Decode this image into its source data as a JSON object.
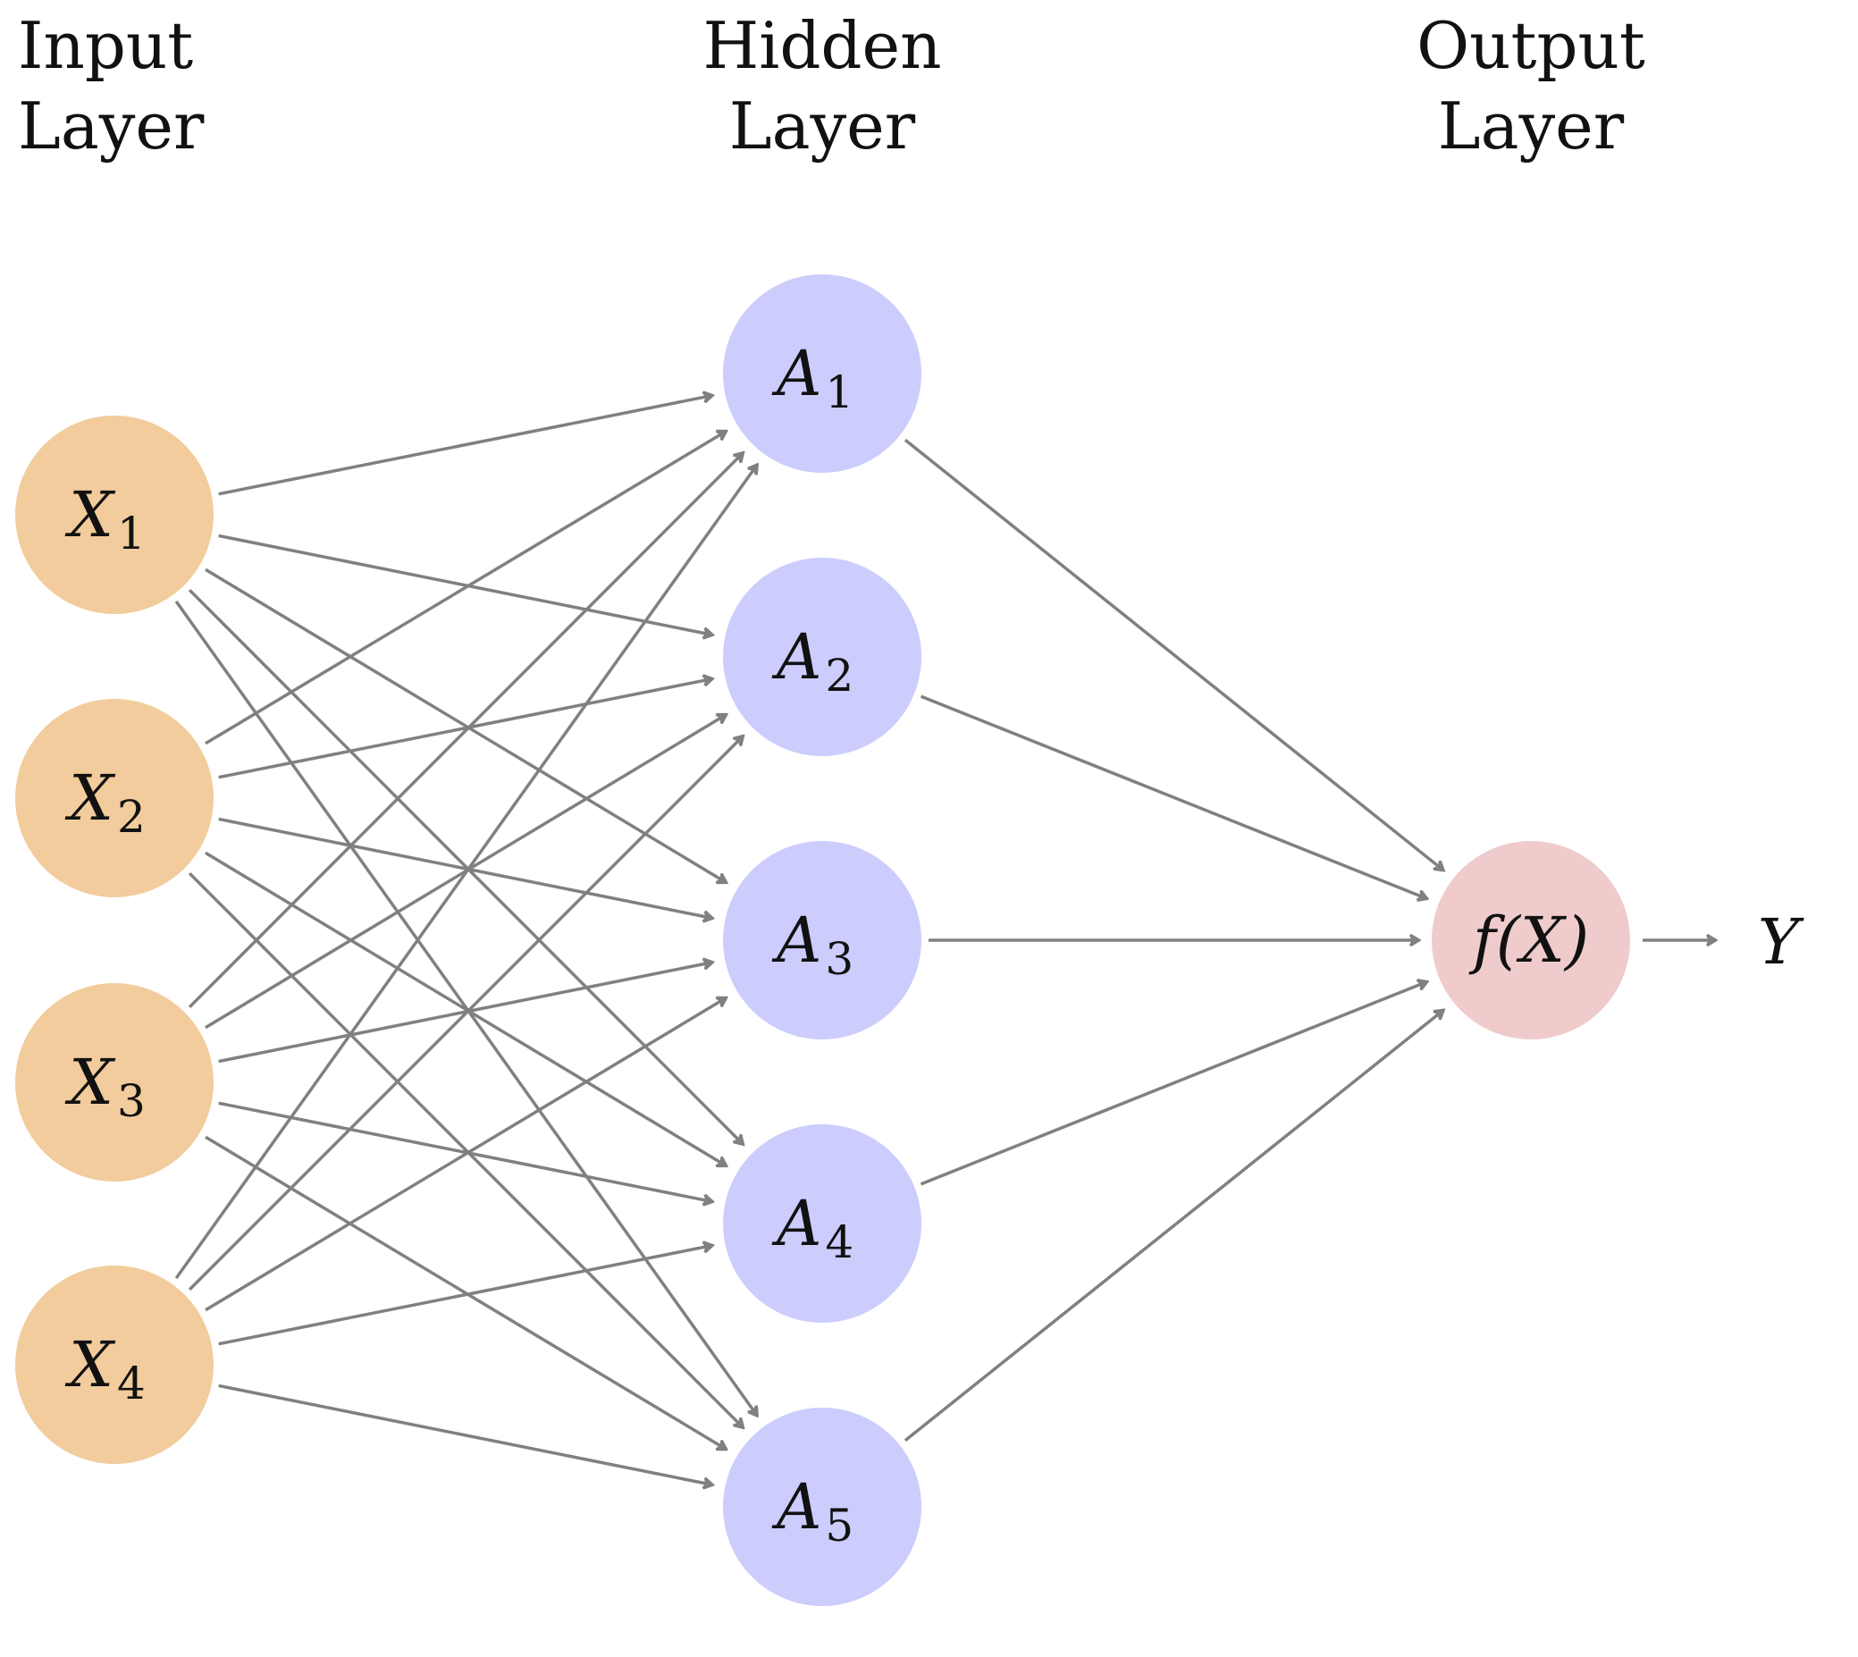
{
  "layers": [
    {
      "title_line1": "Input",
      "title_line2": "Layer"
    },
    {
      "title_line1": "Hidden",
      "title_line2": "Layer"
    },
    {
      "title_line1": "Output",
      "title_line2": "Layer"
    }
  ],
  "input_nodes": [
    {
      "base": "X",
      "sub": "1"
    },
    {
      "base": "X",
      "sub": "2"
    },
    {
      "base": "X",
      "sub": "3"
    },
    {
      "base": "X",
      "sub": "4"
    }
  ],
  "hidden_nodes": [
    {
      "base": "A",
      "sub": "1"
    },
    {
      "base": "A",
      "sub": "2"
    },
    {
      "base": "A",
      "sub": "3"
    },
    {
      "base": "A",
      "sub": "4"
    },
    {
      "base": "A",
      "sub": "5"
    }
  ],
  "output_node": {
    "text": "f(X)"
  },
  "result_label": "Y",
  "colors": {
    "input_fill": "#f2cc9c",
    "hidden_fill": "#cccdfd",
    "output_fill": "#f0cbcc",
    "edge": "#808080"
  }
}
